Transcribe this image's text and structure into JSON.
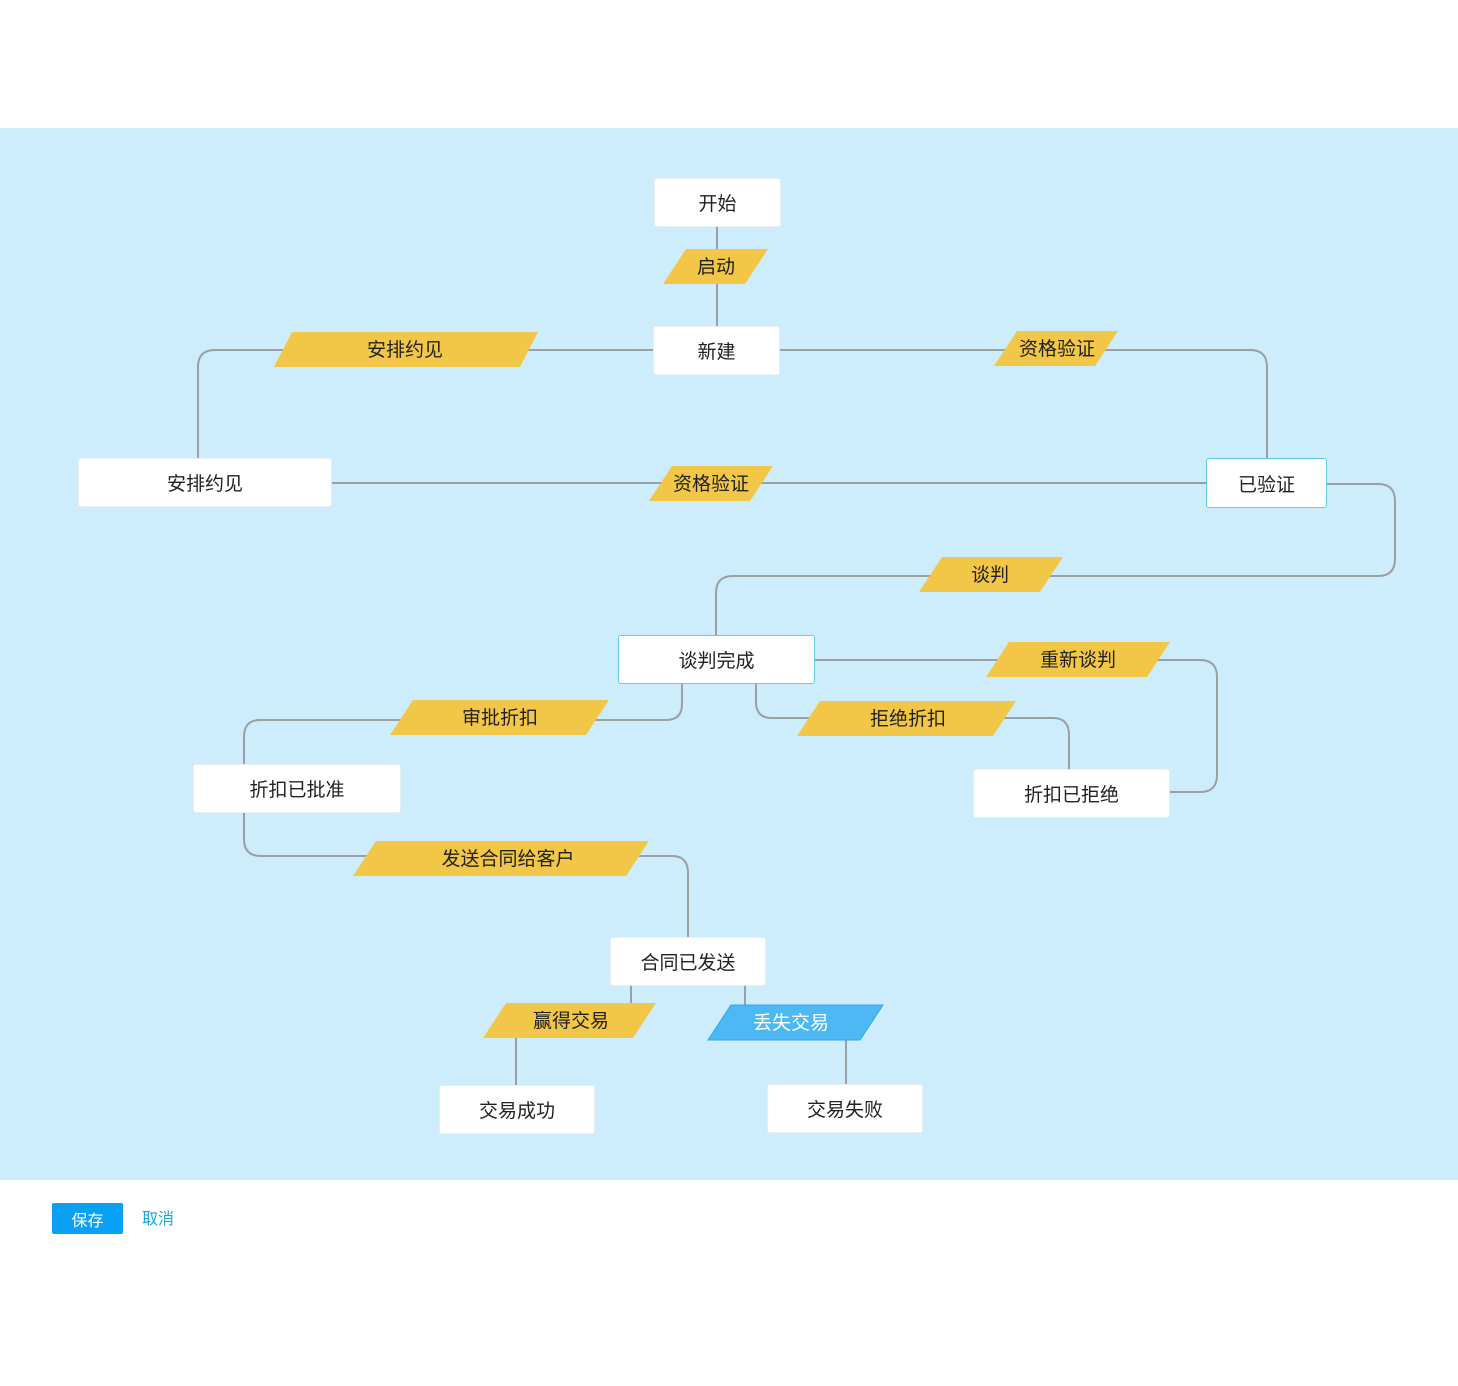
{
  "states": {
    "start": "开始",
    "new": "新建",
    "appointment": "安排约见",
    "verified": "已验证",
    "negotiated": "谈判完成",
    "discount_approved": "折扣已批准",
    "discount_rejected": "折扣已拒绝",
    "contract_sent": "合同已发送",
    "deal_won": "交易成功",
    "deal_lost": "交易失败"
  },
  "transitions": {
    "launch": "启动",
    "schedule_appointment": "安排约见",
    "qualify_top": "资格验证",
    "qualify_mid": "资格验证",
    "negotiate": "谈判",
    "renegotiate": "重新谈判",
    "approve_discount": "审批折扣",
    "reject_discount": "拒绝折扣",
    "send_contract": "发送合同给客户",
    "win_deal": "赢得交易",
    "lose_deal": "丢失交易"
  },
  "actions": {
    "save": "保存",
    "cancel": "取消"
  },
  "colors": {
    "canvas": "#cdedfc",
    "transition": "#f2c647",
    "selected_transition": "#4cb9f4",
    "primary": "#0aa1f5"
  }
}
